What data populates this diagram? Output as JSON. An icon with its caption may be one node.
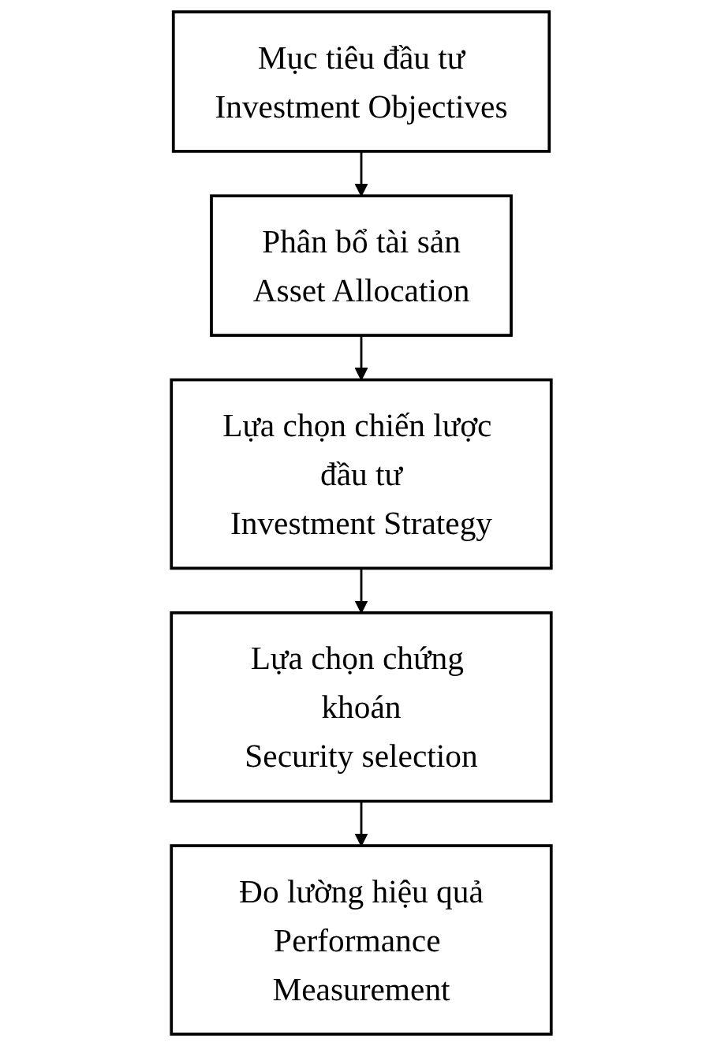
{
  "diagram": {
    "nodes": [
      {
        "text": [
          "Mục tiêu đầu tư",
          "Investment Objectives"
        ]
      },
      {
        "text": [
          "Phân bổ tài sản",
          "Asset Allocation"
        ]
      },
      {
        "text": [
          "Lựa chọn chiến lược đầu tư",
          "Investment Strategy"
        ]
      },
      {
        "text": [
          "Lựa chọn chứng khoán",
          "Security selection"
        ]
      },
      {
        "text": [
          "Đo lường hiệu quả",
          "Performance Measurement"
        ]
      }
    ],
    "edges": [
      {
        "from": 0,
        "to": 1,
        "arrow": "to"
      },
      {
        "from": 1,
        "to": 2,
        "arrow": "to"
      },
      {
        "from": 2,
        "to": 3,
        "arrow": "to"
      },
      {
        "from": 3,
        "to": 4,
        "arrow": "to"
      }
    ]
  }
}
